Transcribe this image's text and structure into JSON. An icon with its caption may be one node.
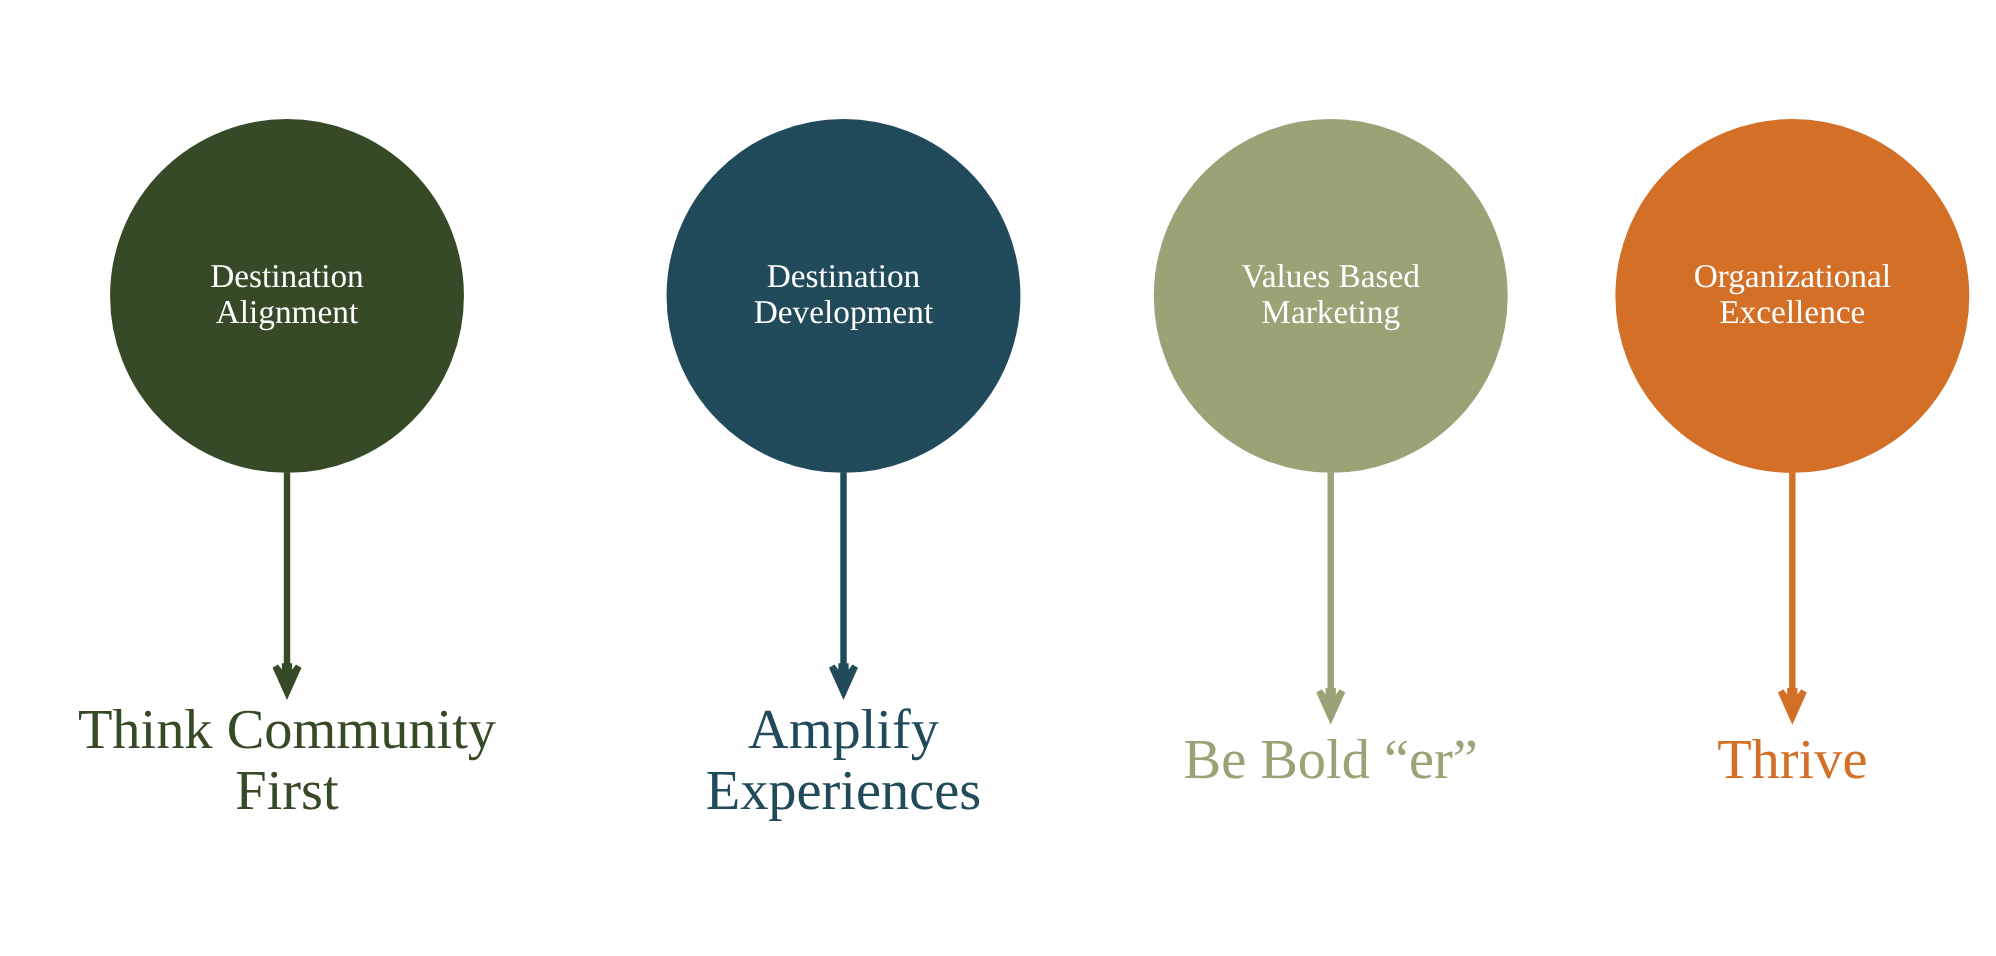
{
  "diagram": {
    "nodes": [
      {
        "text": [
          "Destination Alignment"
        ]
      },
      {
        "text": [
          "Destination Development"
        ]
      },
      {
        "text": [
          "Values Based Marketing"
        ]
      },
      {
        "text": [
          "Organizational Excellence"
        ]
      },
      {
        "text": [
          "Think Community First"
        ]
      },
      {
        "text": [
          "Amplify Experiences"
        ]
      },
      {
        "text": [
          "Be Bold “er”"
        ]
      },
      {
        "text": [
          "Thrive"
        ]
      }
    ],
    "edges": [
      {
        "from": 0,
        "to": 4,
        "arrow": "to",
        "color": "#364a27"
      },
      {
        "from": 1,
        "to": 5,
        "arrow": "to",
        "color": "#214a5a"
      },
      {
        "from": 2,
        "to": 6,
        "arrow": "to",
        "color": "#9aa276"
      },
      {
        "from": 3,
        "to": 7,
        "arrow": "to",
        "color": "#d46f27"
      }
    ]
  }
}
